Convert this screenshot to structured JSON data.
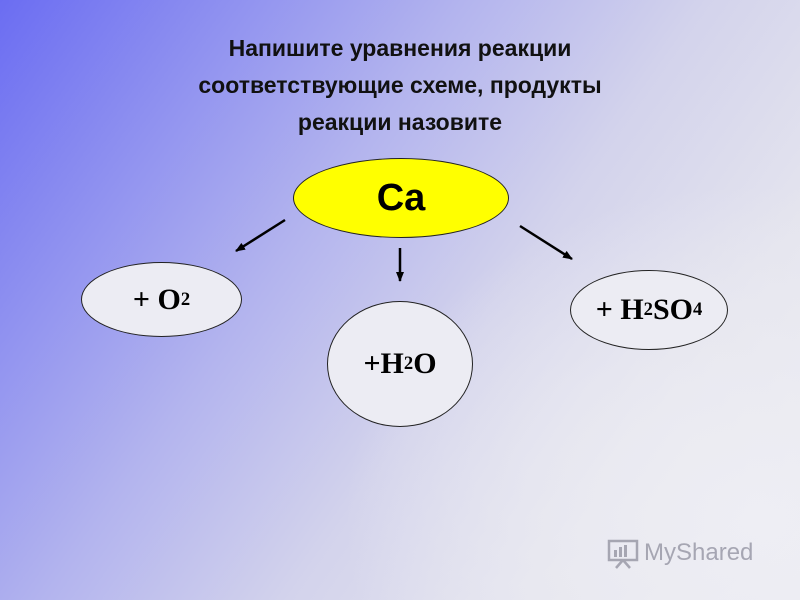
{
  "title": {
    "line1": "Напишите уравнения реакции",
    "line2": "соответствующие схеме, продукты",
    "line3": "реакции назовите"
  },
  "center": {
    "label": "Ca"
  },
  "reagents": {
    "o2": {
      "prefix": "+ O",
      "sub": "2"
    },
    "h2o": {
      "prefix": "+H",
      "sub": "2",
      "suffix": "O"
    },
    "h2so4": {
      "prefix": "+ H",
      "sub1": "2",
      "mid": "SO",
      "sub2": "4"
    }
  },
  "watermark": {
    "text": "MyShared",
    "icon": "presentation-board-icon"
  },
  "colors": {
    "center_fill": "#ffff00",
    "node_fill": "#ececf3",
    "background_start": "#6b6df2",
    "background_end": "#ececf2"
  }
}
